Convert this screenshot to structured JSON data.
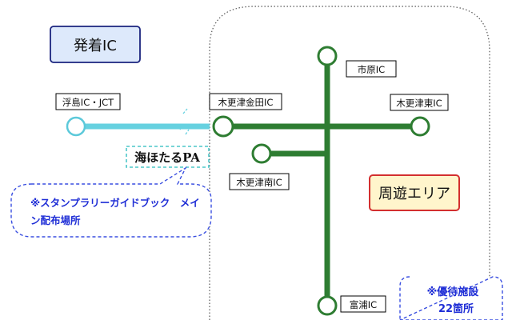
{
  "title_box": {
    "text": "発着IC",
    "fill": "#dde9fb",
    "stroke": "#1a237e"
  },
  "area_box": {
    "text": "周遊エリア",
    "fill": "#fff5cc",
    "stroke": "#d32f2f"
  },
  "pa_label": {
    "text": "海ほたるPA",
    "stroke": "#4cc7c9"
  },
  "stamp_note": {
    "line1": "※スタンプラリーガイドブック　メイ",
    "line2": "ン配布場所",
    "color": "#1f2ed6"
  },
  "benefit_note": {
    "line1": "※優待施設",
    "line2": "22箇所",
    "color": "#1f2ed6"
  },
  "interchanges": {
    "ukishima": "浮島IC・JCT",
    "kanada": "木更津金田IC",
    "ichihara": "市原IC",
    "higashi": "木更津東IC",
    "minami": "木更津南IC",
    "tomiura": "富浦IC"
  },
  "colors": {
    "aqualine": "#66d1e0",
    "expressway": "#2e7d32",
    "node_outline_green": "#2e7d32",
    "node_outline_cyan": "#5cc9da",
    "label_border": "#000000",
    "region_outline": "#555555"
  }
}
